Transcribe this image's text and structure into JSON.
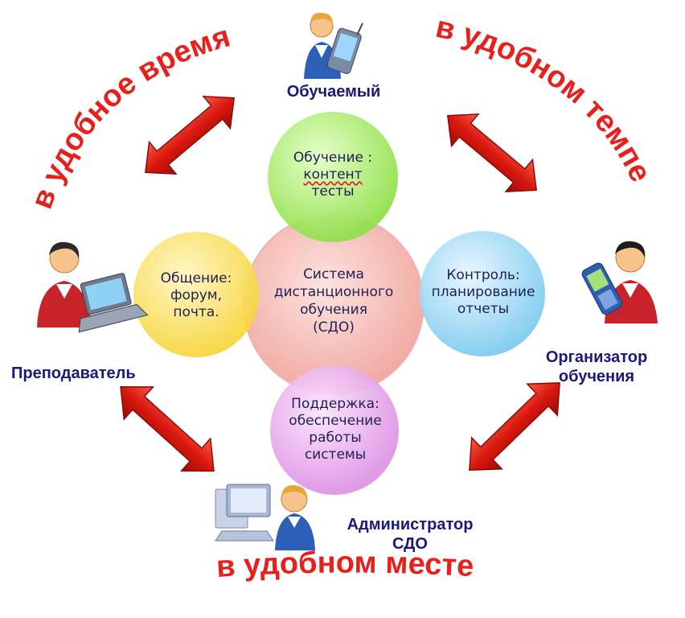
{
  "center": {
    "lines": [
      "Система",
      "дистанционного",
      "обучения",
      "(СДО)"
    ],
    "color": "#f6c7c2"
  },
  "circles": {
    "top": {
      "lines": [
        "Обучение :",
        "контент",
        "тесты"
      ],
      "color": "#b8f07a"
    },
    "left": {
      "lines": [
        "Общение:",
        "форум,",
        "почта."
      ],
      "color": "#fbe56a"
    },
    "right": {
      "lines": [
        "Контроль:",
        "планирование",
        "отчеты"
      ],
      "color": "#a9dcf5"
    },
    "bottom": {
      "lines": [
        "Поддержка:",
        "обеспечение",
        "работы",
        "системы"
      ],
      "color": "#ecb5ef"
    }
  },
  "roles": {
    "learner": "Обучаемый",
    "teacher": "Преподаватель",
    "organizer": [
      "Организатор",
      "обучения"
    ],
    "admin": [
      "Администратор",
      "СДО"
    ]
  },
  "slogans": {
    "time": "в удобное время",
    "pace": "в удобном темпе",
    "place": "в удобном месте"
  },
  "colors": {
    "slogan": "#e8201c",
    "arrow": "#d11a14",
    "role_text": "#1a1a7a"
  },
  "icons": {
    "learner": "person-with-pda-icon",
    "teacher": "person-with-laptop-icon",
    "organizer": "person-with-phone-icon",
    "admin": "person-with-computer-icon"
  }
}
